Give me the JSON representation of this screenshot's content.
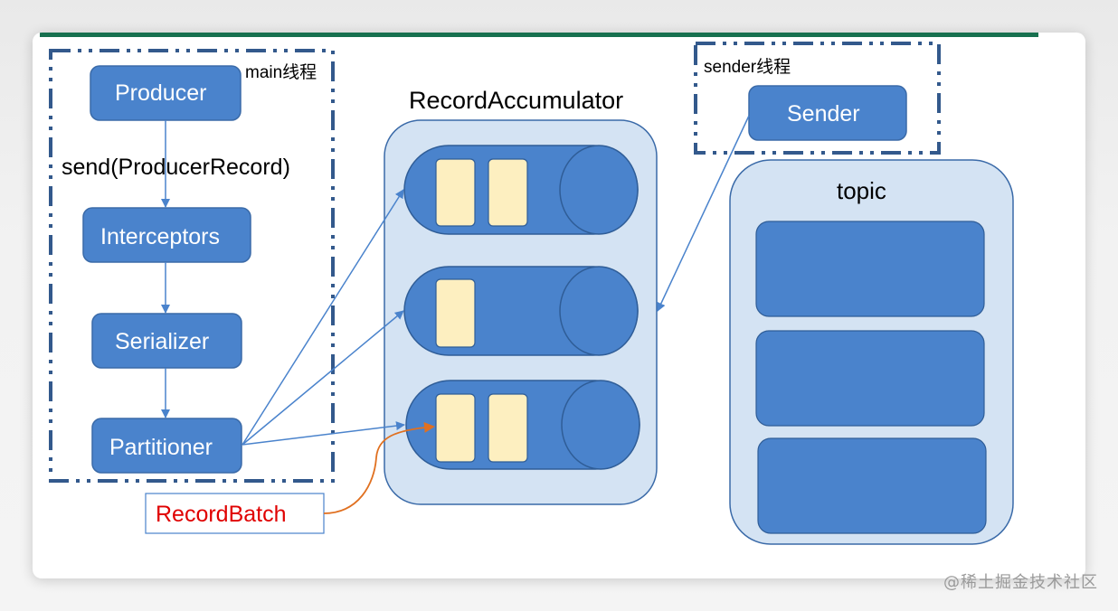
{
  "diagram": {
    "title_accumulator": "RecordAccumulator",
    "main_thread": {
      "label": "main线程",
      "nodes": [
        "Producer",
        "Interceptors",
        "Serializer",
        "Partitioner"
      ],
      "send_label": "send(ProducerRecord)"
    },
    "sender_thread": {
      "label": "sender线程",
      "node": "Sender"
    },
    "topic": {
      "label": "topic",
      "partitions": 3
    },
    "accumulator": {
      "queues": [
        {
          "batches": 2
        },
        {
          "batches": 1
        },
        {
          "batches": 2
        }
      ]
    },
    "record_batch_label": "RecordBatch",
    "colors": {
      "node_fill": "#4a83cc",
      "node_stroke": "#3a6aa8",
      "container_fill": "#d4e3f3",
      "batch_fill": "#fdefc0",
      "dash_border": "#33598c",
      "arrow": "#4a83cc",
      "batch_arrow": "#e07020",
      "record_batch_text": "#e00000",
      "top_bar": "#17704f"
    }
  },
  "watermark": "@稀土掘金技术社区"
}
